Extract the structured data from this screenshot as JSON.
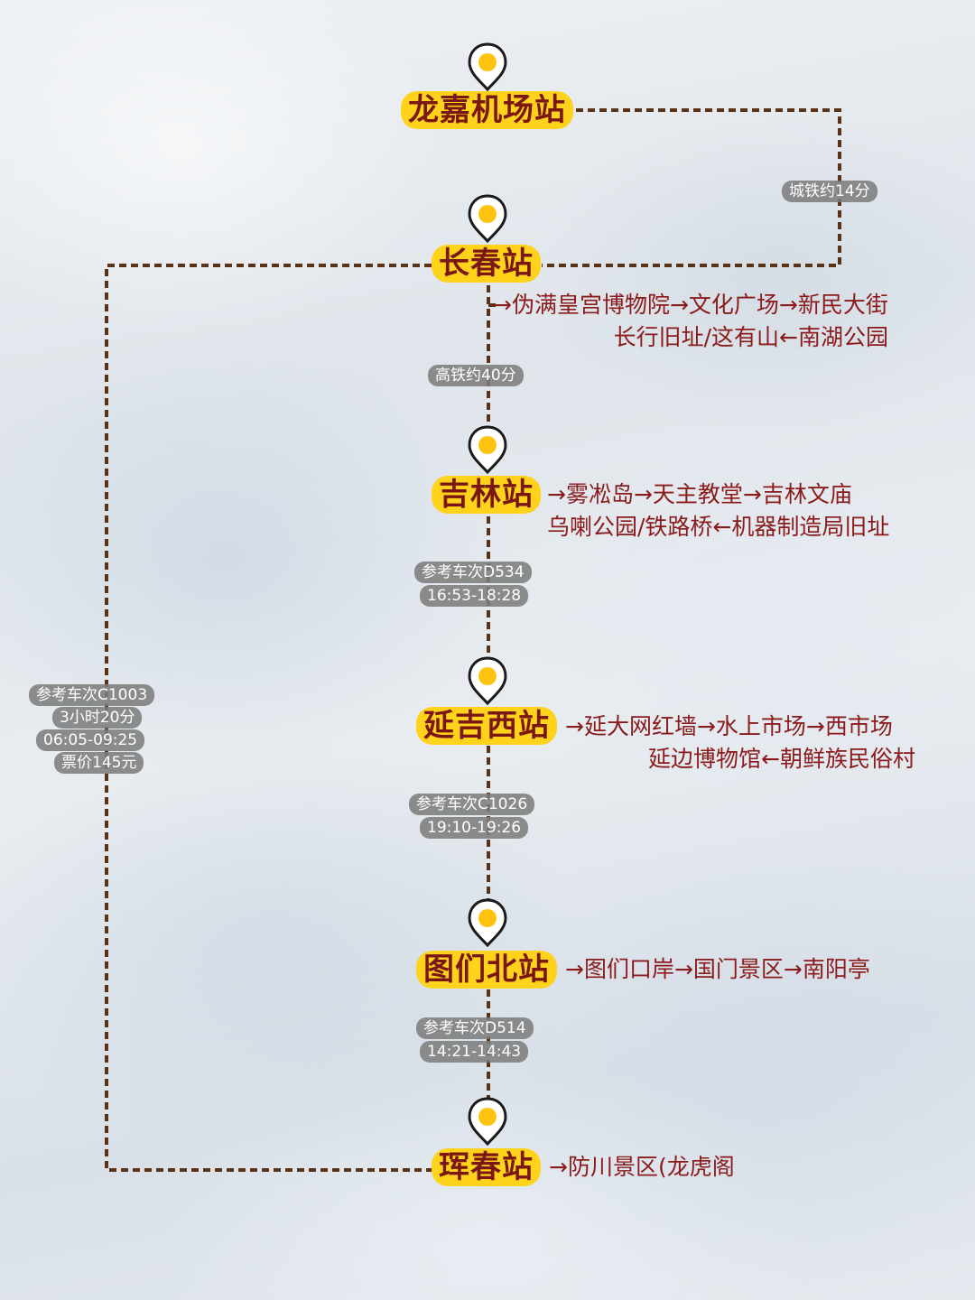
{
  "colors": {
    "station_badge": "#ffd21c",
    "station_text": "#7a1712",
    "route_text": "#8b1a1a",
    "dashed_line": "#5a3317",
    "pill_bg": "#7d7d7d"
  },
  "stations": [
    {
      "name": "龙嘉机场站"
    },
    {
      "name": "长春站"
    },
    {
      "name": "吉林站"
    },
    {
      "name": "延吉西站"
    },
    {
      "name": "图们北站"
    },
    {
      "name": "珲春站"
    }
  ],
  "segments": {
    "airport_to_changchun": "城铁约14分",
    "changchun_to_jilin": "高铁约40分",
    "jilin_to_yanji": [
      "参考车次D534",
      "16:53-18:28"
    ],
    "yanji_to_tumen": [
      "参考车次C1026",
      "19:10-19:26"
    ],
    "tumen_to_hunchun": [
      "参考车次D514",
      "14:21-14:43"
    ],
    "changchun_to_hunchun": [
      "参考车次C1003",
      "3小时20分",
      "06:05-09:25",
      "票价145元"
    ]
  },
  "routes": {
    "changchun": [
      "→伪满皇宫博物院→文化广场→新民大街",
      "长行旧址/这有山←南湖公园"
    ],
    "jilin": [
      "→雾凇岛→天主教堂→吉林文庙",
      "乌喇公园/铁路桥←机器制造局旧址"
    ],
    "yanji": [
      "→延大网红墙→水上市场→西市场",
      "延边博物馆←朝鲜族民俗村"
    ],
    "tumen": [
      "→图们口岸→国门景区→南阳亭"
    ],
    "hunchun": [
      "→防川景区(龙虎阁"
    ]
  }
}
